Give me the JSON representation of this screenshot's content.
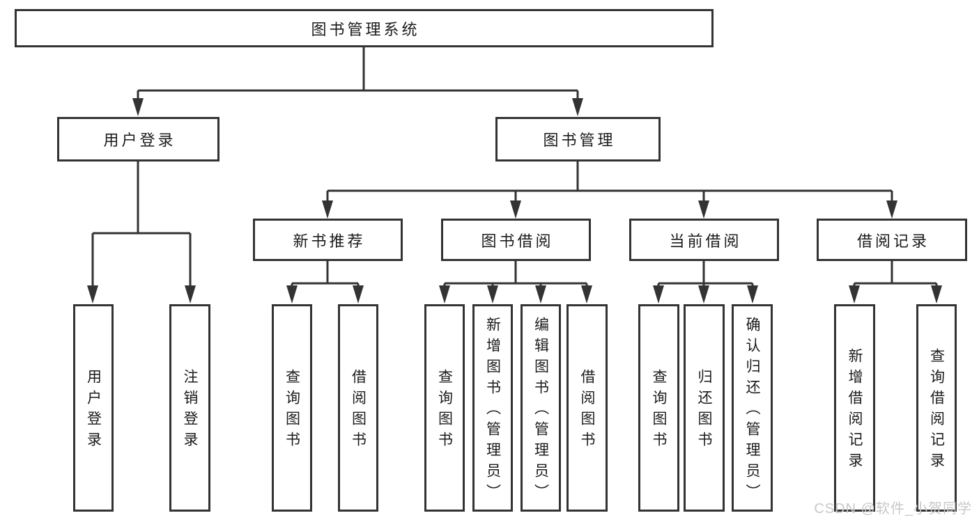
{
  "diagram": {
    "root": "图书管理系统",
    "branches": [
      {
        "label": "用户登录",
        "children": [
          "用户登录",
          "注销登录"
        ]
      },
      {
        "label": "图书管理",
        "children": [
          {
            "label": "新书推荐",
            "children": [
              "查询图书",
              "借阅图书"
            ]
          },
          {
            "label": "图书借阅",
            "children": [
              "查询图书",
              "新增图书（管理员）",
              "编辑图书（管理员）",
              "借阅图书"
            ]
          },
          {
            "label": "当前借阅",
            "children": [
              "查询图书",
              "归还图书",
              "确认归还（管理员）"
            ]
          },
          {
            "label": "借阅记录",
            "children": [
              "新增借阅记录",
              "查询借阅记录"
            ]
          }
        ]
      }
    ]
  },
  "watermark": "CSDN @软件_小贺同学",
  "colors": {
    "line": "#333333",
    "box_border": "#333333",
    "text": "#1b1b1b",
    "watermark": "#c8c8c8",
    "background": "#ffffff"
  }
}
